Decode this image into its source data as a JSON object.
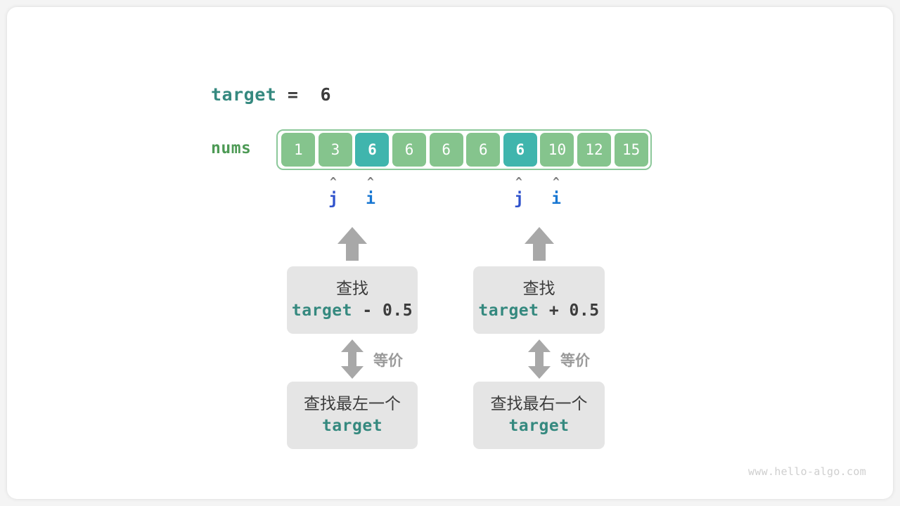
{
  "title": {
    "var": "target",
    "eq": "=",
    "value": "6"
  },
  "array": {
    "label": "nums",
    "cells": [
      {
        "value": "1",
        "highlight": false
      },
      {
        "value": "3",
        "highlight": false
      },
      {
        "value": "6",
        "highlight": true
      },
      {
        "value": "6",
        "highlight": false
      },
      {
        "value": "6",
        "highlight": false
      },
      {
        "value": "6",
        "highlight": false
      },
      {
        "value": "6",
        "highlight": true
      },
      {
        "value": "10",
        "highlight": false
      },
      {
        "value": "12",
        "highlight": false
      },
      {
        "value": "15",
        "highlight": false
      }
    ],
    "colors": {
      "cell": "#85c48d",
      "cell_highlight": "#40b5ad",
      "border": "#8cc89a",
      "label": "#4d9a55"
    }
  },
  "pointers": [
    {
      "label": "j",
      "caret": "^",
      "cell_index": 1,
      "color": "#2f52cc"
    },
    {
      "label": "i",
      "caret": "^",
      "cell_index": 2,
      "color": "#1877d2"
    },
    {
      "label": "j",
      "caret": "^",
      "cell_index": 6,
      "color": "#2f52cc"
    },
    {
      "label": "i",
      "caret": "^",
      "cell_index": 7,
      "color": "#1877d2"
    }
  ],
  "columns": [
    {
      "top_box": {
        "line1": "查找",
        "var": "target",
        "op": " - 0.5"
      },
      "equiv_label": "等价",
      "bottom_box": {
        "line1": "查找最左一个",
        "var": "target"
      }
    },
    {
      "top_box": {
        "line1": "查找",
        "var": "target",
        "op": " + 0.5"
      },
      "equiv_label": "等价",
      "bottom_box": {
        "line1": "查找最右一个",
        "var": "target"
      }
    }
  ],
  "colors": {
    "teal": "#35897f",
    "dark": "#3c3c3c",
    "arrow_gray": "#a8a8a8",
    "box_gray": "#e5e5e5"
  },
  "watermark": "www.hello-algo.com"
}
